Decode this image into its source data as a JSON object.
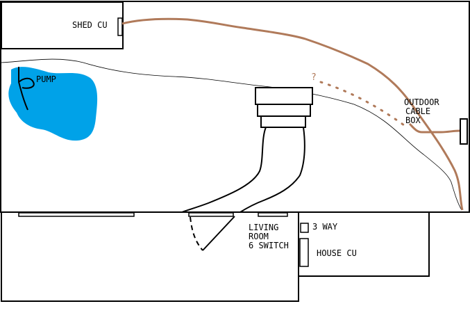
{
  "labels": {
    "shed_cu": "SHED CU",
    "pump": "PUMP",
    "question": "?",
    "outdoor_1": "OUTDOOR",
    "outdoor_2": "CABLE",
    "outdoor_3": "BOX",
    "living_1": "LIVING",
    "living_2": "ROOM",
    "living_3": "6 SWITCH",
    "three_way": "3 WAY",
    "house_cu": "HOUSE CU"
  },
  "colors": {
    "cable": "#b07a5a",
    "pond": "#00a2e8",
    "line": "#000000"
  }
}
